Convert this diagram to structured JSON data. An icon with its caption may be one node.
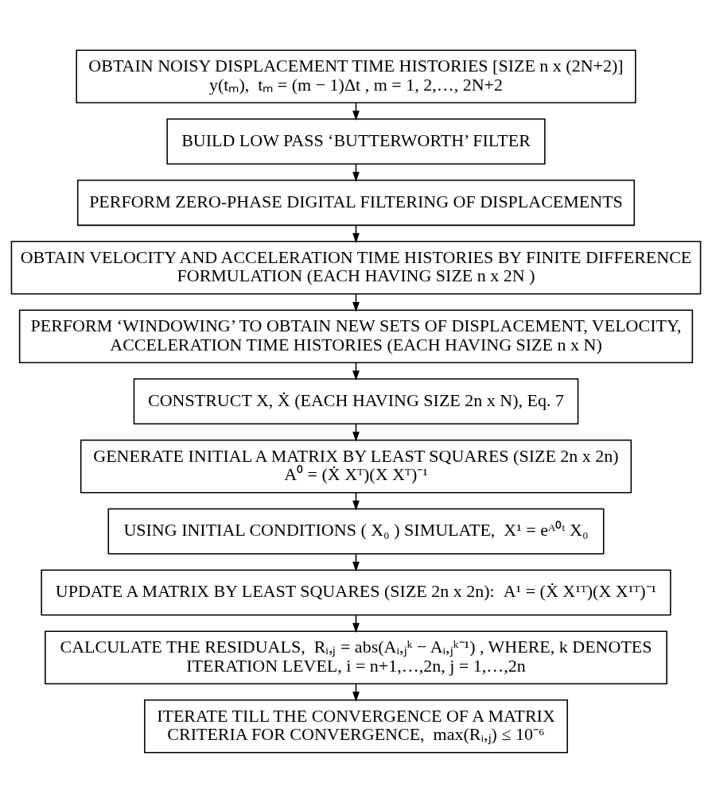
{
  "diagram": {
    "nodes": [
      {
        "text": [
          "OBTAIN NOISY DISPLACEMENT TIME HISTORIES [SIZE n x (2N+2)]",
          "y(tₘ),  tₘ = (m − 1)Δt , m = 1, 2,…, 2N+2"
        ]
      },
      {
        "text": [
          "BUILD LOW PASS ‘BUTTERWORTH’ FILTER"
        ]
      },
      {
        "text": [
          "PERFORM ZERO-PHASE DIGITAL FILTERING OF DISPLACEMENTS"
        ]
      },
      {
        "text": [
          "OBTAIN VELOCITY AND ACCELERATION TIME HISTORIES BY FINITE DIFFERENCE FORMULATION (EACH HAVING SIZE n x 2N )"
        ]
      },
      {
        "text": [
          "PERFORM ‘WINDOWING’ TO OBTAIN NEW SETS OF DISPLACEMENT, VELOCITY, ACCELERATION TIME HISTORIES (EACH HAVING SIZE n x N)"
        ]
      },
      {
        "text": [
          "CONSTRUCT X, Ẋ (EACH HAVING SIZE 2n x N), Eq. 7"
        ]
      },
      {
        "text": [
          "GENERATE INITIAL A MATRIX BY LEAST SQUARES (SIZE 2n x 2n)",
          "A⁰ = (Ẋ Xᵀ)(X Xᵀ)⁻¹"
        ]
      },
      {
        "text": [
          "USING INITIAL CONDITIONS ( X₀ ) SIMULATE,  X¹ = eᴬ⁰ᵗ X₀"
        ]
      },
      {
        "text": [
          "UPDATE A MATRIX BY LEAST SQUARES (SIZE 2n x 2n):  A¹ = (Ẋ X¹ᵀ)(X X¹ᵀ)⁻¹"
        ]
      },
      {
        "text": [
          "CALCULATE THE RESIDUALS,  Rᵢ,ⱼ = abs(Aᵢ,ⱼᵏ − Aᵢ,ⱼᵏ⁻¹) , WHERE, k DENOTES ITERATION LEVEL, i = n+1,…,2n, j = 1,…,2n"
        ]
      },
      {
        "text": [
          "ITERATE TILL THE CONVERGENCE OF A MATRIX",
          "CRITERIA FOR CONVERGENCE,  max(Rᵢ,ⱼ) ≤ 10⁻⁶"
        ]
      }
    ],
    "edges": [
      {
        "from": 0,
        "to": 1,
        "arrow": "to"
      },
      {
        "from": 1,
        "to": 2,
        "arrow": "to"
      },
      {
        "from": 2,
        "to": 3,
        "arrow": "to"
      },
      {
        "from": 3,
        "to": 4,
        "arrow": "to"
      },
      {
        "from": 4,
        "to": 5,
        "arrow": "to"
      },
      {
        "from": 5,
        "to": 6,
        "arrow": "to"
      },
      {
        "from": 6,
        "to": 7,
        "arrow": "to"
      },
      {
        "from": 7,
        "to": 8,
        "arrow": "to"
      },
      {
        "from": 8,
        "to": 9,
        "arrow": "to"
      },
      {
        "from": 9,
        "to": 10,
        "arrow": "to"
      }
    ]
  }
}
